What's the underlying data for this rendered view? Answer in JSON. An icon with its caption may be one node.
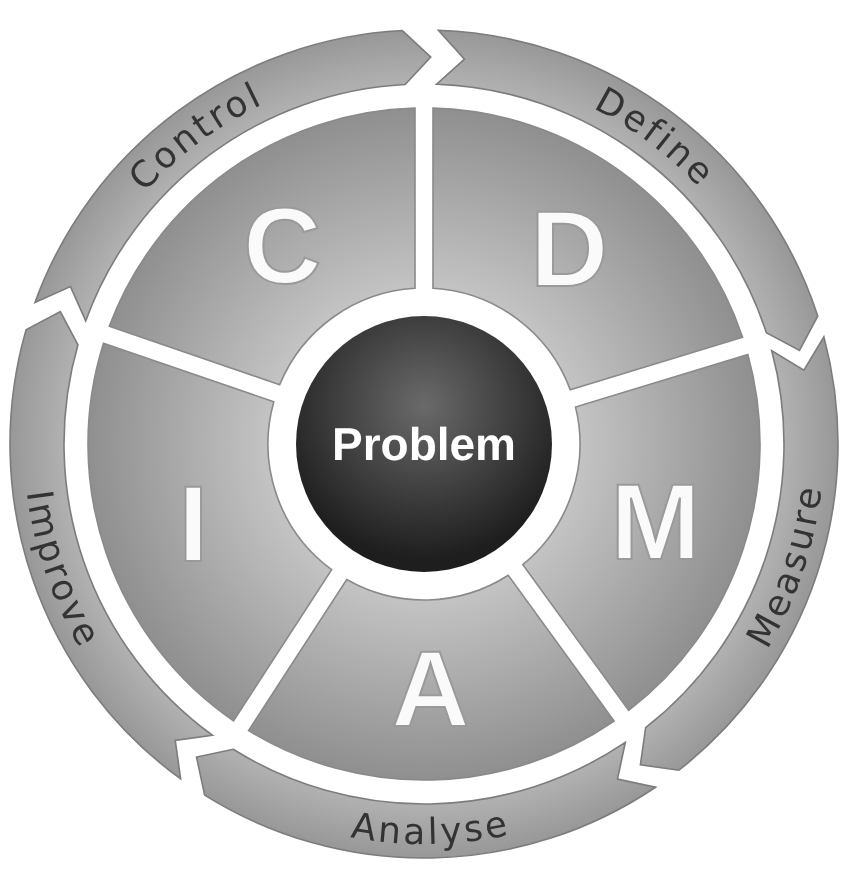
{
  "diagram": {
    "nodes": [
      {
        "text": [
          "Problem"
        ]
      },
      {
        "text": [
          "D"
        ]
      },
      {
        "text": [
          "M"
        ]
      },
      {
        "text": [
          "A"
        ]
      },
      {
        "text": [
          "I"
        ]
      },
      {
        "text": [
          "C"
        ]
      },
      {
        "text": [
          "Define"
        ]
      },
      {
        "text": [
          "Measure"
        ]
      },
      {
        "text": [
          "Analyse"
        ]
      },
      {
        "text": [
          "Improve"
        ]
      },
      {
        "text": [
          "Control"
        ]
      }
    ]
  }
}
